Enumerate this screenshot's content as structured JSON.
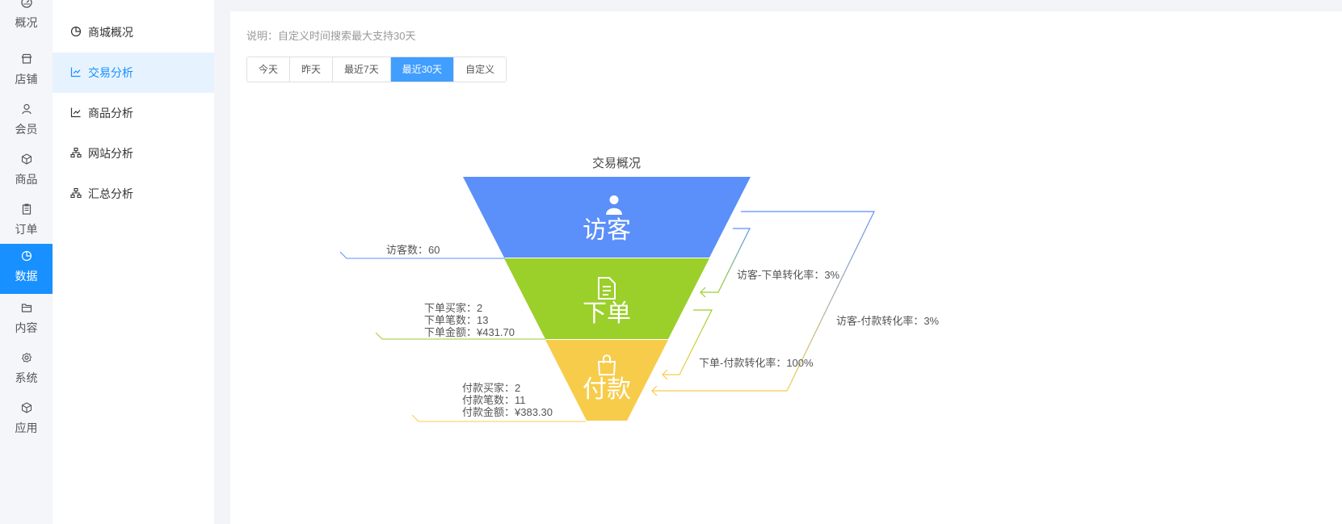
{
  "rail": {
    "items": [
      {
        "label": "概况",
        "icon": "dashboard-icon"
      },
      {
        "label": "店铺",
        "icon": "shop-icon"
      },
      {
        "label": "会员",
        "icon": "user-icon"
      },
      {
        "label": "商品",
        "icon": "box-icon"
      },
      {
        "label": "订单",
        "icon": "clipboard-icon"
      },
      {
        "label": "数据",
        "icon": "pie-chart-icon",
        "active": true
      },
      {
        "label": "内容",
        "icon": "folder-icon"
      },
      {
        "label": "系统",
        "icon": "gear-icon"
      },
      {
        "label": "应用",
        "icon": "cube-icon"
      }
    ]
  },
  "submenu": {
    "items": [
      {
        "label": "商城概况",
        "icon": "pie-chart-icon"
      },
      {
        "label": "交易分析",
        "icon": "line-chart-icon",
        "active": true
      },
      {
        "label": "商品分析",
        "icon": "line-chart-icon"
      },
      {
        "label": "网站分析",
        "icon": "sitemap-icon"
      },
      {
        "label": "汇总分析",
        "icon": "sitemap-icon"
      }
    ]
  },
  "main": {
    "note": "说明：自定义时间搜索最大支持30天",
    "range_tabs": [
      {
        "label": "今天"
      },
      {
        "label": "昨天"
      },
      {
        "label": "最近7天"
      },
      {
        "label": "最近30天",
        "active": true
      },
      {
        "label": "自定义"
      }
    ]
  },
  "colors": {
    "accent": "#1890ff",
    "tab_active": "#409eff",
    "visitor": "#5b8ff9",
    "order": "#9bcf2a",
    "pay": "#f7cc4a"
  },
  "chart_data": {
    "type": "funnel",
    "title": "交易概况",
    "stages": [
      {
        "name": "访客",
        "icon": "user-icon",
        "color": "#5b8ff9",
        "labels": [
          "访客数：60"
        ]
      },
      {
        "name": "下单",
        "icon": "document-icon",
        "color": "#9bcf2a",
        "labels": [
          "下单买家：2",
          "下单笔数：13",
          "下单金额：¥431.70"
        ]
      },
      {
        "name": "付款",
        "icon": "shopping-bag-icon",
        "color": "#f7cc4a",
        "labels": [
          "付款买家：2",
          "付款笔数：11",
          "付款金额：¥383.30"
        ]
      }
    ],
    "conversions": [
      {
        "label": "访客-下单转化率：3%",
        "from": "访客",
        "to": "下单"
      },
      {
        "label": "下单-付款转化率：100%",
        "from": "下单",
        "to": "付款"
      },
      {
        "label": "访客-付款转化率：3%",
        "from": "访客",
        "to": "付款"
      }
    ]
  }
}
